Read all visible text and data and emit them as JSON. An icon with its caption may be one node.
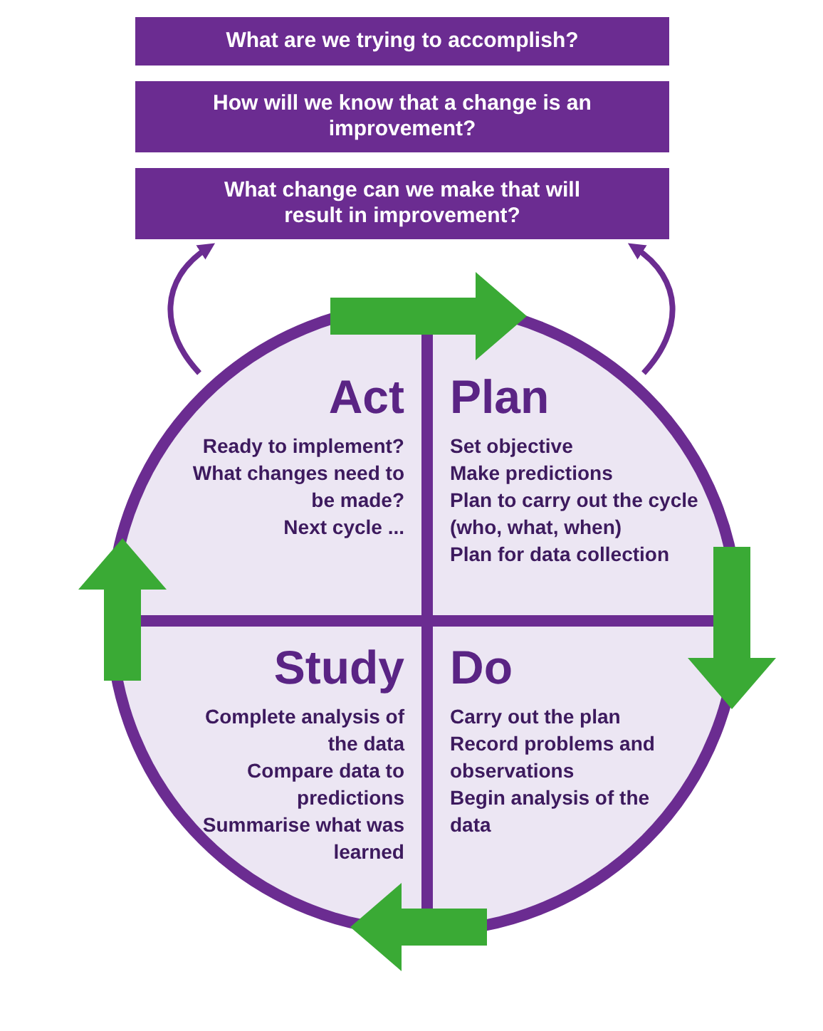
{
  "diagram": {
    "nodes": [
      {
        "text": [
          "What are we trying to accomplish?"
        ]
      },
      {
        "text": [
          "How will we know that a change is an improvement?"
        ]
      },
      {
        "text": [
          "What change can we make that will result in improvement?"
        ]
      },
      {
        "text": [],
        "shape": "circle"
      },
      {
        "text": [
          "Act",
          "Ready to implement?",
          "What changes need to be made?",
          "Next cycle ..."
        ],
        "in": 3
      },
      {
        "text": [
          "Plan",
          "Set objective",
          "Make predictions",
          "Plan to carry out the cycle (who, what, when)",
          "Plan for data collection"
        ],
        "in": 3
      },
      {
        "text": [
          "Study",
          "Complete analysis of the data",
          "Compare data to predictions",
          "Summarise what was learned"
        ],
        "in": 3
      },
      {
        "text": [
          "Do",
          "Carry out the plan",
          "Record problems and observations",
          "Begin analysis of the data"
        ],
        "in": 3
      }
    ],
    "edges": [
      {
        "from": 4,
        "to": 5,
        "arrow": "to"
      },
      {
        "from": 5,
        "to": 7,
        "arrow": "to"
      },
      {
        "from": 7,
        "to": 6,
        "arrow": "to"
      },
      {
        "from": 6,
        "to": 4,
        "arrow": "to"
      },
      {
        "from": 4,
        "to": 2,
        "arrow": "to",
        "color": "#6b2c91"
      },
      {
        "from": 5,
        "to": 2,
        "arrow": "to",
        "color": "#6b2c91"
      }
    ]
  }
}
